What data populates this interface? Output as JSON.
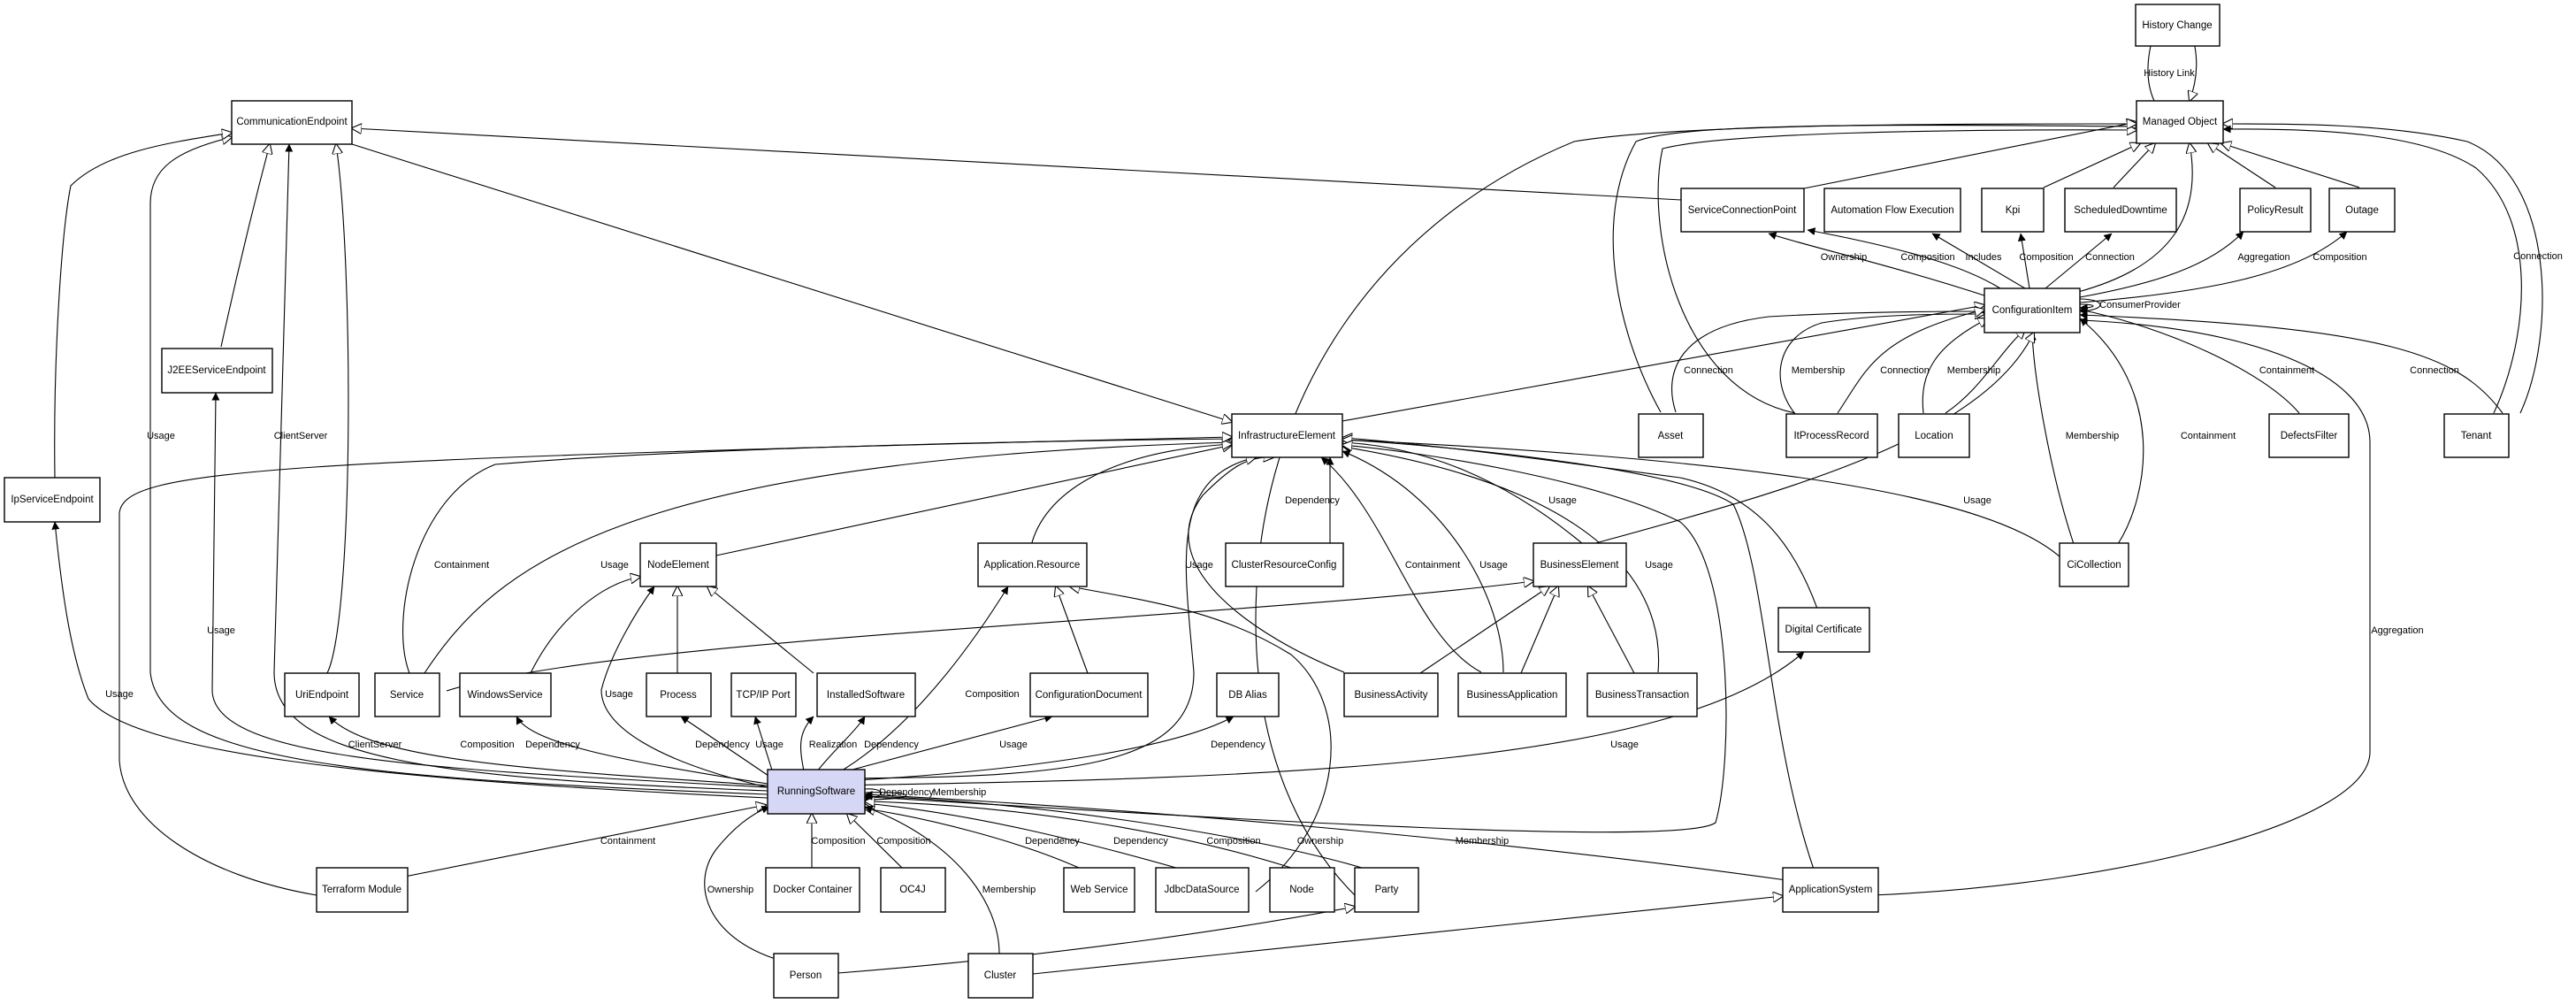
{
  "nodes": {
    "history_change": "History Change",
    "managed_object": "Managed Object",
    "communication_endpoint": "CommunicationEndpoint",
    "service_connection_point": "ServiceConnectionPoint",
    "automation_flow_execution": "Automation Flow Execution",
    "kpi": "Kpi",
    "scheduled_downtime": "ScheduledDowntime",
    "policy_result": "PolicyResult",
    "outage": "Outage",
    "configuration_item": "ConfigurationItem",
    "j2ee_service_endpoint": "J2EEServiceEndpoint",
    "infrastructure_element": "InfrastructureElement",
    "asset": "Asset",
    "it_process_record": "ItProcessRecord",
    "location": "Location",
    "defects_filter": "DefectsFilter",
    "tenant": "Tenant",
    "ip_service_endpoint": "IpServiceEndpoint",
    "node_element": "NodeElement",
    "application_resource": "Application.Resource",
    "cluster_resource_config": "ClusterResourceConfig",
    "business_element": "BusinessElement",
    "ci_collection": "CiCollection",
    "digital_certificate": "Digital Certificate",
    "uri_endpoint": "UriEndpoint",
    "service": "Service",
    "windows_service": "WindowsService",
    "process": "Process",
    "tcp_ip_port": "TCP/IP Port",
    "installed_software": "InstalledSoftware",
    "configuration_document": "ConfigurationDocument",
    "db_alias": "DB Alias",
    "business_activity": "BusinessActivity",
    "business_application": "BusinessApplication",
    "business_transaction": "BusinessTransaction",
    "running_software": "RunningSoftware",
    "terraform_module": "Terraform Module",
    "docker_container": "Docker Container",
    "oc4j": "OC4J",
    "web_service": "Web Service",
    "jdbc_data_source": "JdbcDataSource",
    "node": "Node",
    "party": "Party",
    "application_system": "ApplicationSystem",
    "person": "Person",
    "cluster": "Cluster"
  },
  "edge_labels": {
    "history_link": "History Link",
    "ownership_scp": "Ownership",
    "composition_afe": "Composition",
    "includes": "Includes",
    "composition_kpi": "Composition",
    "connection_sd": "Connection",
    "aggregation_pr": "Aggregation",
    "composition_outage": "Composition",
    "consumer_provider": "ConsumerProvider",
    "connection_asset": "Connection",
    "membership_itpr": "Membership",
    "connection_itpr": "Connection",
    "membership_location": "Membership",
    "containment_df": "Containment",
    "connection_tenant": "Connection",
    "tenant_managed": "Connection",
    "membership_cicol": "Membership",
    "containment_cicol": "Containment",
    "usage_cicol": "Usage",
    "aggregation_appsys": "Aggregation",
    "usage_commend": "Usage",
    "clientserver_commend": "ClientServer",
    "usage_j2ee": "Usage",
    "usage_ipse": "Usage",
    "containment_service": "Containment",
    "usage_winsvc": "Usage",
    "dependency_crc": "Dependency",
    "usage_rs_infra": "Usage",
    "containment_ba": "Containment",
    "usage_bapp": "Usage",
    "usage_be": "Usage",
    "usage_bt": "Usage",
    "usage_rs_node": "Usage",
    "clientserver_uri": "ClientServer",
    "composition_winsvc": "Composition",
    "dependency_winsvc": "Dependency",
    "dependency_process": "Dependency",
    "usage_tcp": "Usage",
    "realization": "Realization",
    "dependency_installed": "Dependency",
    "composition_appres": "Composition",
    "usage_confdoc": "Usage",
    "dependency_dbalias": "Dependency",
    "usage_digcert": "Usage",
    "dependency_self": "Dependency",
    "membership_self": "Membership",
    "containment_terraform": "Containment",
    "composition_docker": "Composition",
    "composition_oc4j": "Composition",
    "dependency_websvc": "Dependency",
    "dependency_jdbc": "Dependency",
    "composition_node": "Composition",
    "ownership_party": "Ownership",
    "membership_appsys": "Membership",
    "ownership_person": "Ownership",
    "membership_cluster": "Membership"
  }
}
